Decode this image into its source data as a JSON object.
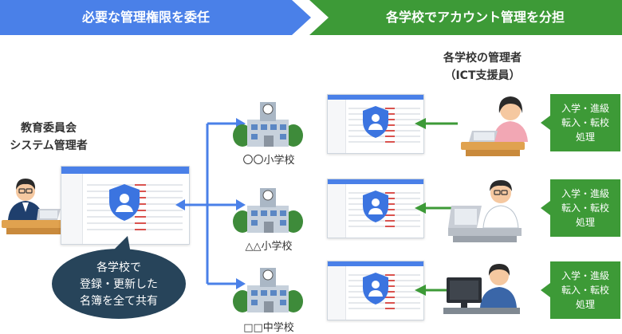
{
  "banners": {
    "left": "必要な管理権限を委任",
    "right": "各学校でアカウント管理を分担"
  },
  "board": {
    "line1": "教育委員会",
    "line2": "システム管理者"
  },
  "school_admin": {
    "line1": "各学校の管理者",
    "line2": "（ICT支援員）"
  },
  "bubble": {
    "line1": "各学校で",
    "line2": "登録・更新した",
    "line3": "名簿を全て共有"
  },
  "schools": [
    {
      "name": "〇〇小学校"
    },
    {
      "name": "△△小学校"
    },
    {
      "name": "□□中学校"
    }
  ],
  "tasks": [
    {
      "line1": "入学・進級",
      "line2": "転入・転校",
      "line3": "処理"
    },
    {
      "line1": "入学・進級",
      "line2": "転入・転校",
      "line3": "処理"
    },
    {
      "line1": "入学・進級",
      "line2": "転入・転校",
      "line3": "処理"
    }
  ],
  "colors": {
    "banner_left": "#4a80e8",
    "banner_right": "#3d9a37",
    "connector_blue": "#4a80e8",
    "arrow_green": "#3d9a37",
    "shield": "#3b74e0",
    "bubble": "#27445a"
  }
}
